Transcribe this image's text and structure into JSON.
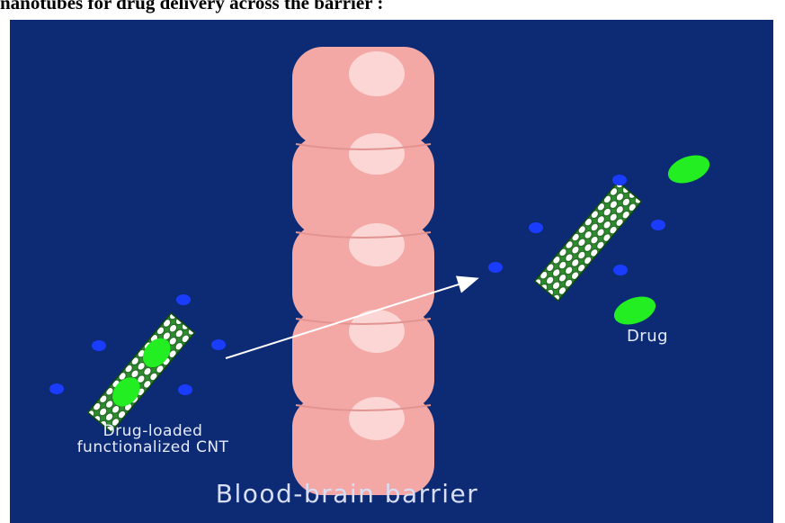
{
  "caption": "nanotubes for drug delivery across the barrier :",
  "labels": {
    "cnt_line1": "Drug-loaded",
    "cnt_line2": "functionalized CNT",
    "drug": "Drug",
    "barrier": "Blood-brain barrier"
  },
  "colors": {
    "background": "#0d2a74",
    "barrier_cell": "#f4a8a6",
    "cell_highlight": "#fbd6d4",
    "drug": "#22ee22",
    "functional_group": "#1a3cff",
    "nanotube_mesh": "#2e8b2e",
    "arrow": "#ffffff",
    "text": "#e6ecff"
  }
}
